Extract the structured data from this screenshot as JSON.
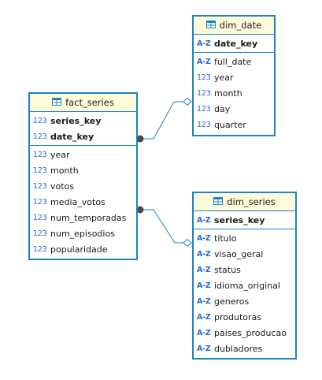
{
  "type_labels": {
    "text": "A-Z",
    "number": "123"
  },
  "colors": {
    "border": "#1f83c1",
    "header_bg": "#fdfbd9",
    "type_icon": "#2b67c4",
    "connector": "#1f83c1"
  },
  "tables": {
    "fact_series": {
      "name": "fact_series",
      "keys": [
        {
          "type": "123",
          "name": "series_key"
        },
        {
          "type": "123",
          "name": "date_key"
        }
      ],
      "columns": [
        {
          "type": "123",
          "name": "year"
        },
        {
          "type": "123",
          "name": "month"
        },
        {
          "type": "123",
          "name": "votos"
        },
        {
          "type": "123",
          "name": "media_votos"
        },
        {
          "type": "123",
          "name": "num_temporadas"
        },
        {
          "type": "123",
          "name": "num_episodios"
        },
        {
          "type": "123",
          "name": "popularidade"
        }
      ]
    },
    "dim_date": {
      "name": "dim_date",
      "keys": [
        {
          "type": "A-Z",
          "name": "date_key"
        }
      ],
      "columns": [
        {
          "type": "A-Z",
          "name": "full_date"
        },
        {
          "type": "123",
          "name": "year"
        },
        {
          "type": "123",
          "name": "month"
        },
        {
          "type": "123",
          "name": "day"
        },
        {
          "type": "123",
          "name": "quarter"
        }
      ]
    },
    "dim_series": {
      "name": "dim_series",
      "keys": [
        {
          "type": "A-Z",
          "name": "series_key"
        }
      ],
      "columns": [
        {
          "type": "A-Z",
          "name": "titulo"
        },
        {
          "type": "A-Z",
          "name": "visao_geral"
        },
        {
          "type": "A-Z",
          "name": "status"
        },
        {
          "type": "A-Z",
          "name": "idioma_original"
        },
        {
          "type": "A-Z",
          "name": "generos"
        },
        {
          "type": "A-Z",
          "name": "produtoras"
        },
        {
          "type": "A-Z",
          "name": "paises_producao"
        },
        {
          "type": "A-Z",
          "name": "dubladores"
        }
      ]
    }
  },
  "relationships": [
    {
      "from": "fact_series",
      "to": "dim_date",
      "cardinality": "many-to-one"
    },
    {
      "from": "fact_series",
      "to": "dim_series",
      "cardinality": "many-to-one"
    }
  ]
}
